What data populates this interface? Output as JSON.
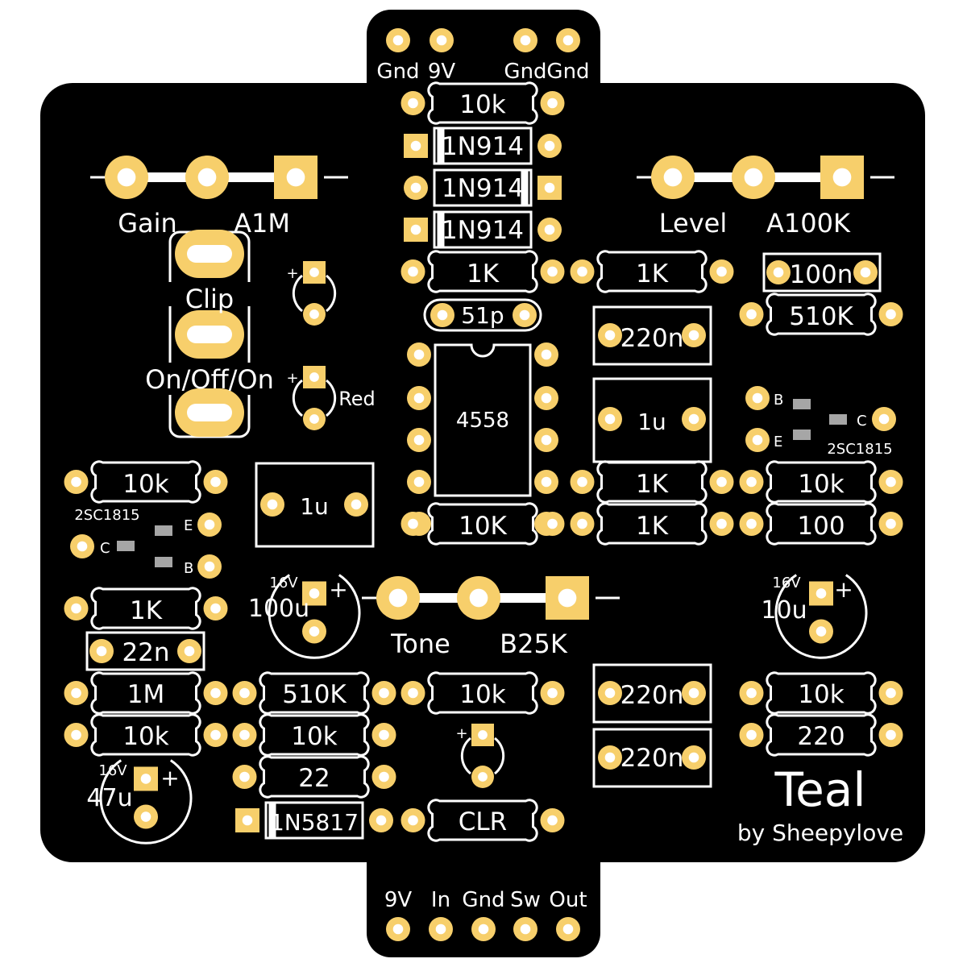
{
  "colors": {
    "board": "#000000",
    "silk": "#ffffff",
    "pad": "#f7cf6b",
    "hole": "#ffffff",
    "smd": "#a6a6a6"
  },
  "board_title": "Teal",
  "board_credit": "by Sheepylove",
  "top_pads": [
    "Gnd",
    "9V",
    "Gnd",
    "Gnd"
  ],
  "bottom_pads": [
    "9V",
    "In",
    "Gnd",
    "Sw",
    "Out"
  ],
  "pots": [
    {
      "name": "Gain",
      "value": "A1M"
    },
    {
      "name": "Level",
      "value": "A100K"
    },
    {
      "name": "Tone",
      "value": "B25K"
    }
  ],
  "switch": {
    "label_top": "Clip",
    "label_mid": "On/Off/On"
  },
  "led_label": "Red",
  "chip": "4558",
  "transistors": [
    {
      "type": "2SC1815",
      "pins": [
        "C",
        "E",
        "B"
      ]
    },
    {
      "type": "2SC1815",
      "pins": [
        "B",
        "E",
        "C"
      ]
    }
  ],
  "components": {
    "center": [
      "10k",
      "1N914",
      "1N914",
      "1N914",
      "1K",
      "51p",
      "10K",
      "10k",
      "CLR"
    ],
    "right_mid": [
      "1K",
      "220n",
      "1u",
      "1K",
      "1K",
      "220n",
      "220n"
    ],
    "right": [
      "100n",
      "510K",
      "10k",
      "100",
      "10k",
      "220"
    ],
    "left": [
      "10k",
      "1u",
      "1K",
      "22n",
      "1M",
      "10k"
    ],
    "left_mid": [
      "510K",
      "10k",
      "22",
      "1N5817"
    ]
  },
  "caps": [
    {
      "voltage": "16V",
      "value": "100u"
    },
    {
      "voltage": "16V",
      "value": "10u"
    },
    {
      "voltage": "16V",
      "value": "47u"
    }
  ],
  "polarity": "+"
}
